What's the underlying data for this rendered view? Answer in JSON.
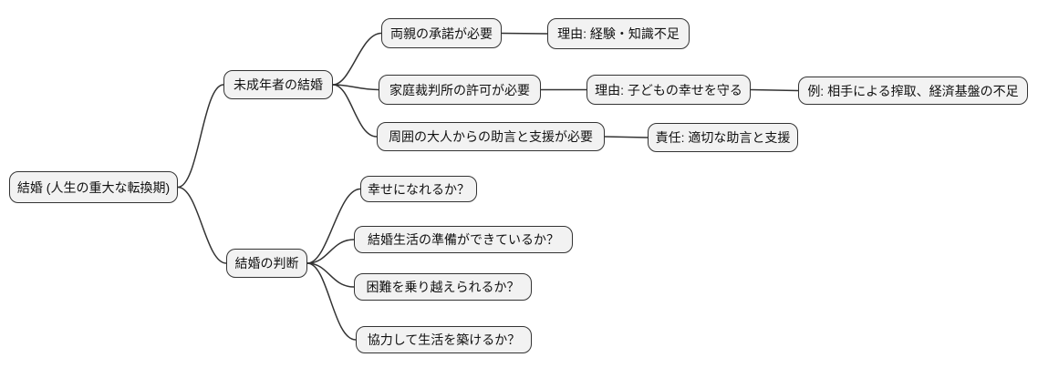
{
  "diagram": {
    "type": "mindmap",
    "background_color": "#ffffff",
    "node_fill_color": "#f2f2f2",
    "node_border_color": "#333333",
    "link_color": "#333333",
    "text_color": "#111111"
  },
  "hierarchy": {
    "label": "結婚 (人生の重大な転換期)",
    "children": [
      {
        "label": "未成年者の結婚",
        "children": [
          {
            "label": "両親の承諾が必要",
            "children": [
              {
                "label": "理由: 経験・知識不足",
                "children": []
              }
            ]
          },
          {
            "label": "家庭裁判所の許可が必要",
            "children": [
              {
                "label": "理由: 子どもの幸せを守る",
                "children": [
                  {
                    "label": "例: 相手による搾取、経済基盤の不足",
                    "children": []
                  }
                ]
              }
            ]
          },
          {
            "label": "周囲の大人からの助言と支援が必要",
            "children": [
              {
                "label": "責任: 適切な助言と支援",
                "children": []
              }
            ]
          }
        ]
      },
      {
        "label": "結婚の判断",
        "children": [
          {
            "label": "幸せになれるか？",
            "children": []
          },
          {
            "label": "結婚生活の準備ができているか？",
            "children": []
          },
          {
            "label": "困難を乗り越えられるか？",
            "children": []
          },
          {
            "label": "協力して生活を築けるか？",
            "children": []
          }
        ]
      }
    ]
  }
}
